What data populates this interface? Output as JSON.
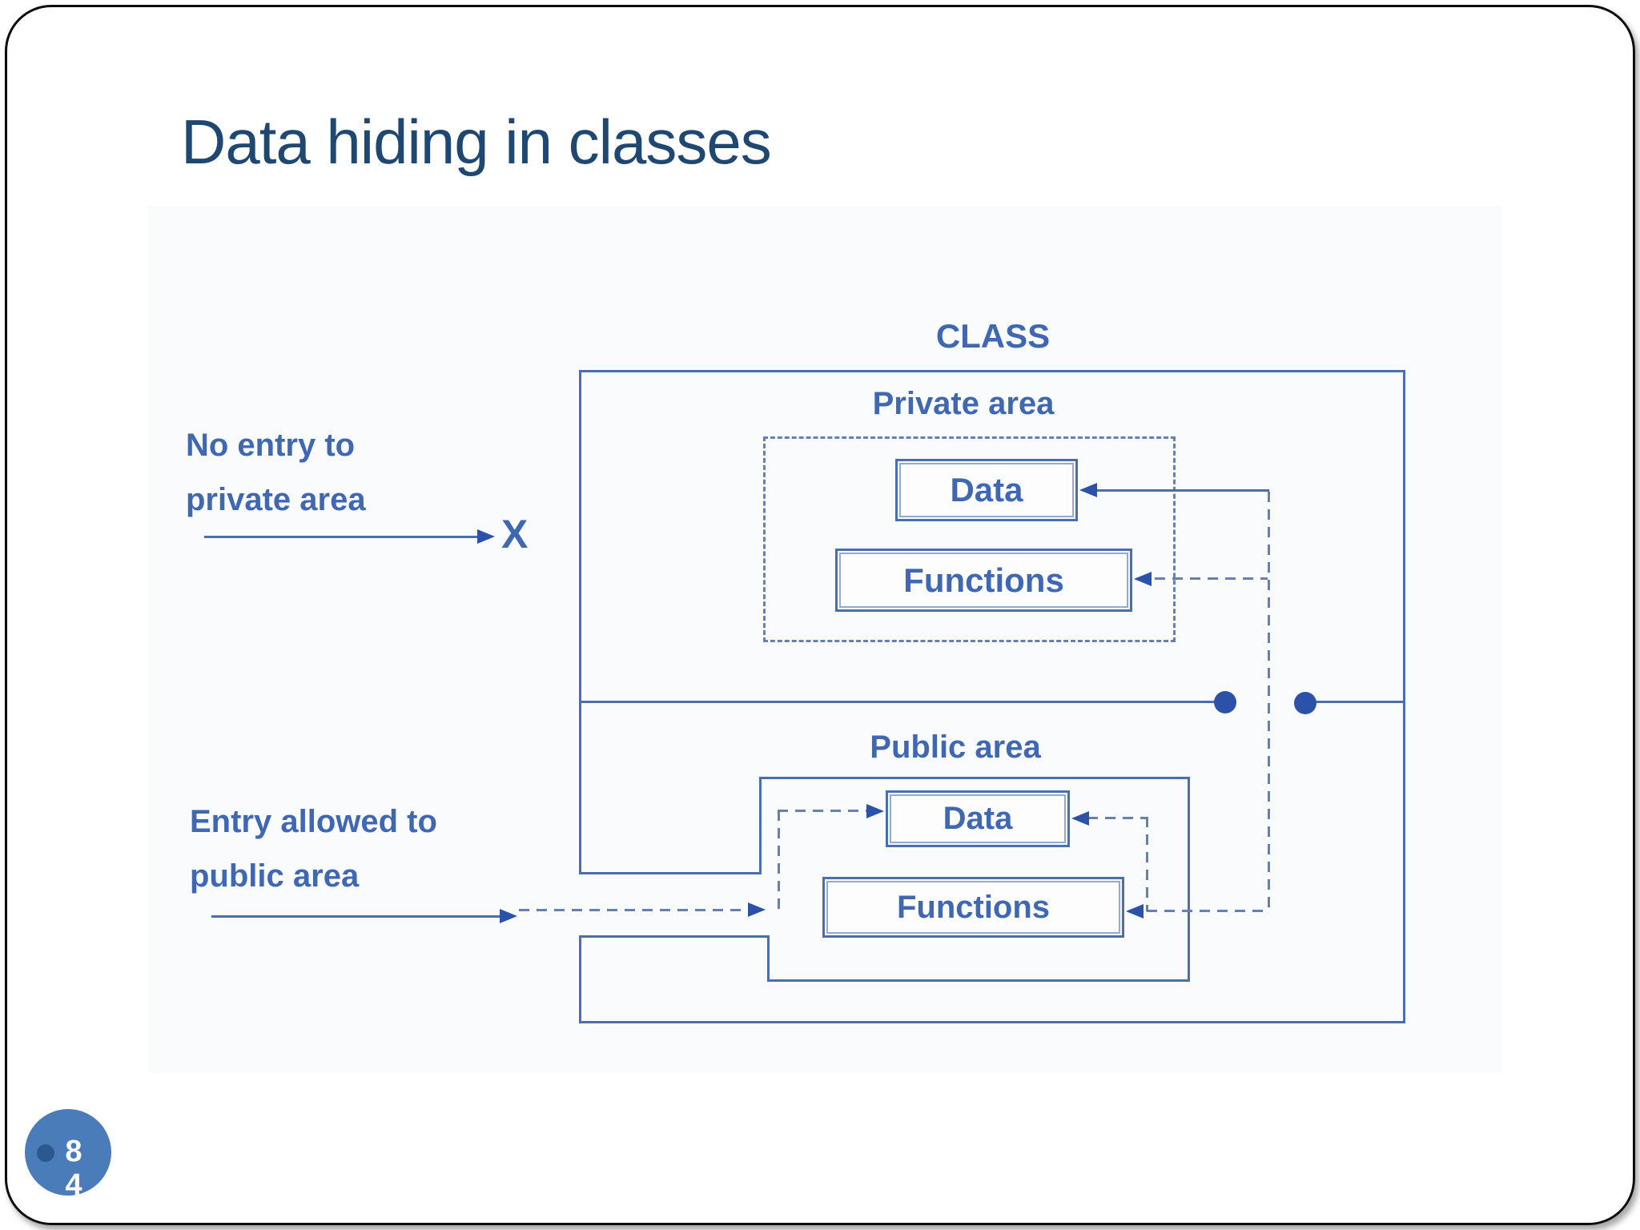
{
  "slide": {
    "title": "Data hiding in classes",
    "page_number": "84",
    "page_digit_top": "8",
    "page_digit_bottom": "4"
  },
  "diagram": {
    "class_label": "CLASS",
    "private_area_label": "Private area",
    "public_area_label": "Public area",
    "private_data_label": "Data",
    "private_functions_label": "Functions",
    "public_data_label": "Data",
    "public_functions_label": "Functions",
    "no_entry_line1": "No entry to",
    "no_entry_line2": "private area",
    "entry_line1": "Entry allowed to",
    "entry_line2": "public area",
    "blocked_marker": "X"
  },
  "colors": {
    "title_text": "#1e4871",
    "diagram_line": "#4a6fae",
    "diagram_dash": "#6680b2",
    "diagram_text": "#4068b2",
    "arrow_fill": "#2b51a8",
    "page_bubble": "#4b7cba",
    "page_bubble_dot": "#2b598f"
  }
}
